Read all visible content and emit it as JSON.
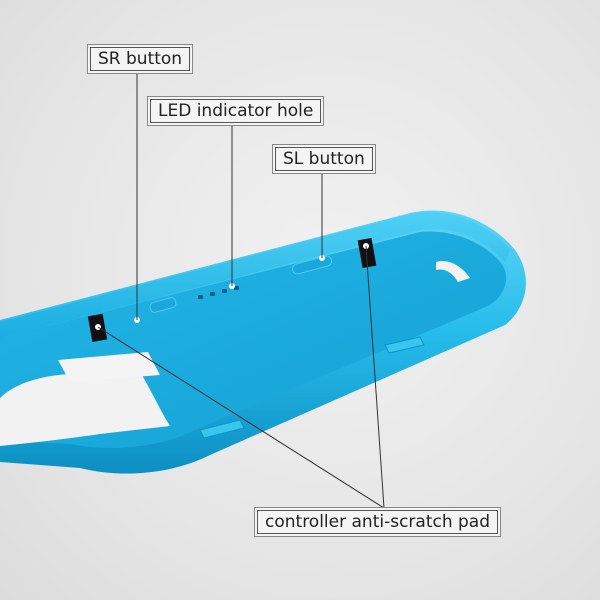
{
  "labels": {
    "sr_button": "SR button",
    "led_indicator_hole": "LED indicator hole",
    "sl_button": "SL button",
    "anti_scratch_pad": "controller anti-scratch pad"
  },
  "colors": {
    "case_main": "#1cb8e8",
    "case_highlight": "#5fd4f5",
    "case_shadow": "#0c8fc2",
    "pad_black": "#111111",
    "background": "#e8e8e8"
  }
}
